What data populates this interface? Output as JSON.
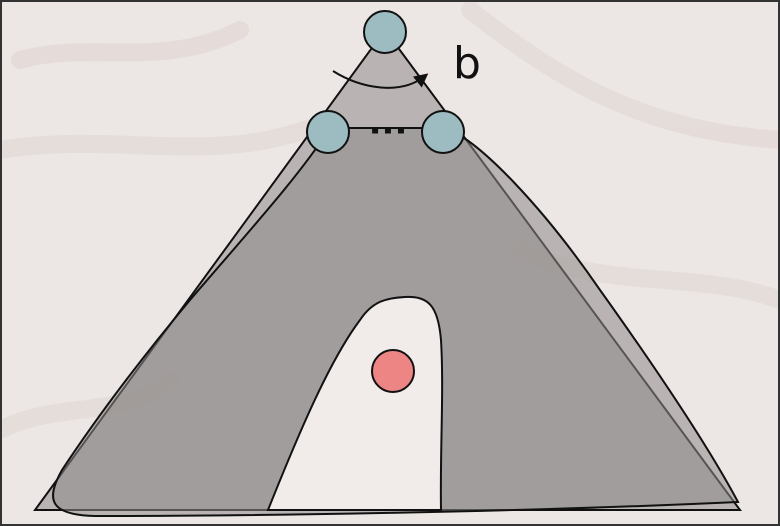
{
  "diagram": {
    "branch_label": "b",
    "ellipsis": "···",
    "colors": {
      "background": "#ece6e4",
      "region_fill": "#8f8a8b",
      "inner_region_fill": "#f1ebea",
      "node_fill": "#9cbcc2",
      "target_fill": "#ee8585",
      "stroke": "#111111"
    },
    "nodes": {
      "root": "root-node",
      "level2": [
        "left-node",
        "right-node"
      ],
      "target": "target-node"
    }
  }
}
